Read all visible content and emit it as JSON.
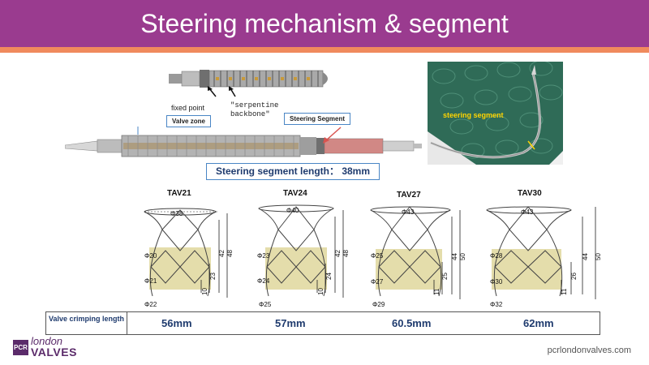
{
  "slide": {
    "title": "Steering mechanism & segment",
    "colors": {
      "banner": "#9a3b8f",
      "accent": "#f08a5d",
      "label_border": "#4a86c5",
      "segment_highlight": "#d9534f"
    }
  },
  "catheter": {
    "fixed_point_label": "fixed point",
    "backbone_label_line1": "\"serpentine",
    "backbone_label_line2": "backbone\"",
    "valve_zone_label": "Valve zone",
    "steering_segment_label": "Steering Segment",
    "segment_length_label": "Steering segment length： 38mm"
  },
  "photo": {
    "label": "steering segment"
  },
  "valves": [
    {
      "name": "TAV21",
      "d_top": "Φ38",
      "d_mid": "Φ20",
      "d_low": "Φ21",
      "d_bottom": "Φ22",
      "h_small": "10",
      "h_mid": "23",
      "h_inner": "42",
      "h_total": "48"
    },
    {
      "name": "TAV24",
      "d_top": "Φ40",
      "d_mid": "Φ23",
      "d_low": "Φ24",
      "d_bottom": "Φ25",
      "h_small": "10",
      "h_mid": "24",
      "h_inner": "42",
      "h_total": "48"
    },
    {
      "name": "TAV27",
      "d_top": "Φ43",
      "d_mid": "Φ25",
      "d_low": "Φ27",
      "d_bottom": "Φ29",
      "h_small": "11",
      "h_mid": "25",
      "h_inner": "44",
      "h_total": "50"
    },
    {
      "name": "TAV30",
      "d_top": "Φ43",
      "d_mid": "Φ28",
      "d_low": "Φ30",
      "d_bottom": "Φ32",
      "h_small": "11",
      "h_mid": "26",
      "h_inner": "44",
      "h_total": "50"
    }
  ],
  "crimping": {
    "header": "Valve crimping length",
    "values": [
      "56mm",
      "57mm",
      "60.5mm",
      "62mm"
    ]
  },
  "footer": {
    "logo_mark": "PCR",
    "logo_top": "london",
    "logo_bottom": "VALVES",
    "url": "pcrlondonvalves.com"
  }
}
